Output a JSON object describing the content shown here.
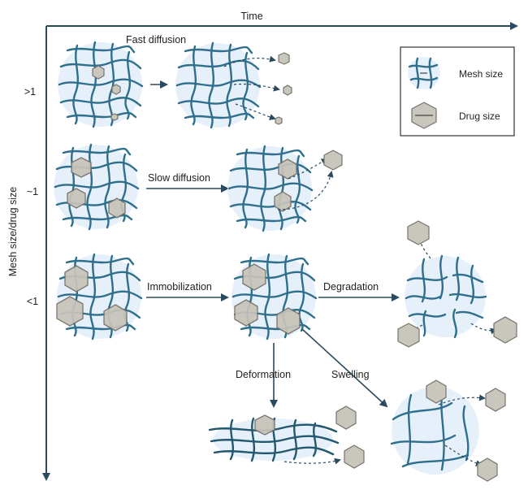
{
  "axes": {
    "x_label": "Time",
    "y_label": "Mesh size/drug size"
  },
  "rows": {
    "gt1": ">1",
    "approx1": "~1",
    "lt1": "<1"
  },
  "processes": {
    "fast_diffusion": "Fast diffusion",
    "slow_diffusion": "Slow diffusion",
    "immobilization": "Immobilization",
    "degradation": "Degradation",
    "deformation": "Deformation",
    "swelling": "Swelling"
  },
  "legend": {
    "mesh_size": "Mesh size",
    "drug_size": "Drug size"
  },
  "colors": {
    "fiber": "#2f6f8c",
    "gel": "#e6f0fb",
    "drug": "#c9c6be"
  }
}
